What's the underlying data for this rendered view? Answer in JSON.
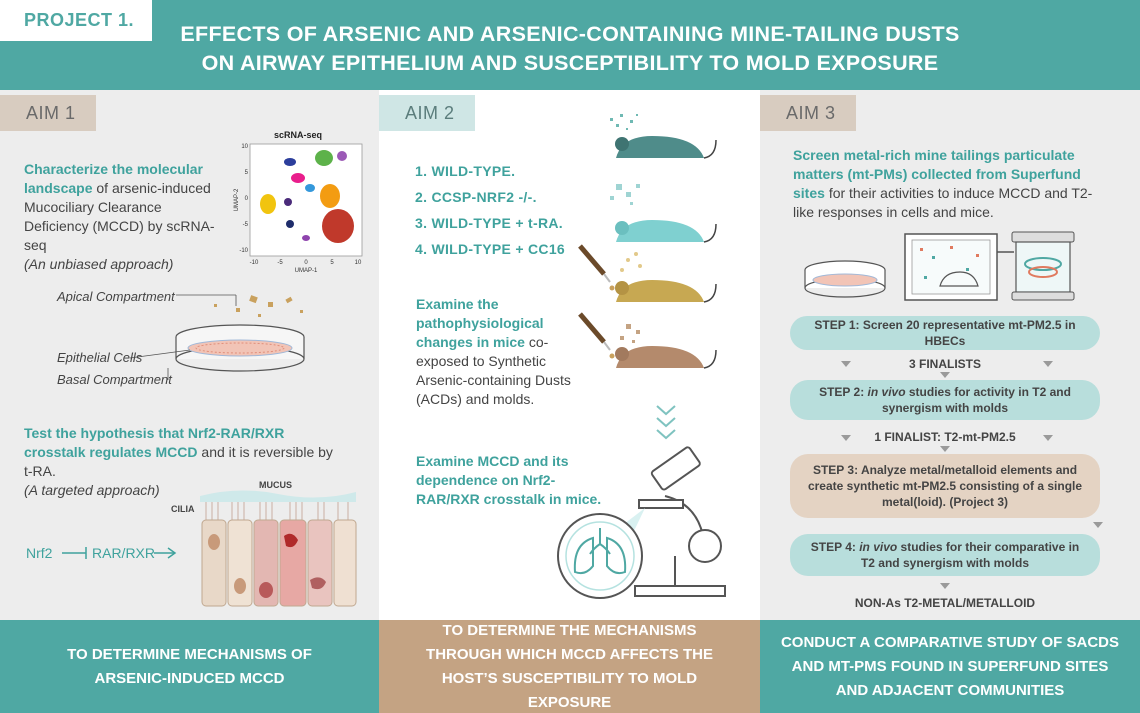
{
  "header": {
    "project": "PROJECT 1.",
    "title_line1": "EFFECTS OF ARSENIC AND ARSENIC-CONTAINING MINE-TAILING DUSTS",
    "title_line2": "ON AIRWAY EPITHELIUM AND SUSCEPTIBILITY TO MOLD EXPOSURE"
  },
  "aim1": {
    "tab": "AIM 1",
    "text1_lead": "Characterize the molecular landscape",
    "text1_rest": "of arsenic-induced Mucociliary Clearance Deficiency (MCCD) by scRNA-seq",
    "text1_note": "(An unbiased approach)",
    "umap": {
      "title": "scRNA-seq",
      "xlabel": "UMAP-1",
      "ylabel": "UMAP-2",
      "xticks": [
        "-10",
        "-5",
        "0",
        "5",
        "10"
      ],
      "yticks": [
        "10",
        "5",
        "0",
        "-5",
        "-10"
      ]
    },
    "dish": {
      "apical": "Apical Compartment",
      "epithelial": "Epithelial Cells",
      "basal": "Basal Compartment"
    },
    "text2_lead": "Test the hypothesis that Nrf2-RAR/RXR crosstalk regulates MCCD",
    "text2_rest": "and it is reversible by t-RA.",
    "text2_note": "(A targeted approach)",
    "pathway": {
      "nrf2": "Nrf2",
      "rar": "RAR/RXR"
    },
    "tissue": {
      "mucus": "MUCUS",
      "cilia": "CILIA"
    },
    "footer": "TO DETERMINE MECHANISMS OF ARSENIC-INDUCED MCCD"
  },
  "aim2": {
    "tab": "AIM 2",
    "groups": [
      "1.  WILD-TYPE.",
      "2.  CCSP-NRF2 -/-.",
      "3.  WILD-TYPE + t-RA.",
      "4.  WILD-TYPE + CC16"
    ],
    "text1_lead": "Examine the pathophysiological changes in mice",
    "text1_rest": "co-exposed to Synthetic Arsenic-containing Dusts (ACDs) and molds.",
    "text2": "Examine MCCD and its dependence on Nrf2-RAR/RXR crosstalk in mice.",
    "footer": "TO DETERMINE THE MECHANISMS THROUGH WHICH MCCD AFFECTS THE HOST’S SUSCEPTIBILITY TO MOLD EXPOSURE"
  },
  "aim3": {
    "tab": "AIM 3",
    "text_lead": "Screen metal-rich mine tailings particulate matters (mt-PMs) collected from Superfund sites",
    "text_rest": "for their activities to induce MCCD and T2-like responses in cells and mice.",
    "step1": "STEP 1: Screen 20 representative mt-PM2.5 in HBECs",
    "finalists3": "3 FINALISTS",
    "step2_a": "STEP 2: ",
    "step2_b": "in vivo",
    "step2_c": " studies for activity in T2 and synergism with molds",
    "finalist1": "1 FINALIST: T2-mt-PM2.5",
    "step3": "STEP 3: Analyze metal/metalloid elements and create synthetic mt-PM2.5 consisting of a single metal(loid). (Project 3)",
    "step4_a": "STEP 4: ",
    "step4_b": "in vivo",
    "step4_c": " studies for their comparative in T2 and synergism with molds",
    "result": "NON-As T2-METAL/METALLOID",
    "footer": "CONDUCT A COMPARATIVE STUDY OF SACDS AND MT-PMS FOUND IN SUPERFUND SITES AND ADJACENT COMMUNITIES"
  },
  "colors": {
    "teal": "#4fa8a3",
    "tan": "#c4a383",
    "gray_bg": "#ededed",
    "teal_text": "#3fa29d"
  }
}
